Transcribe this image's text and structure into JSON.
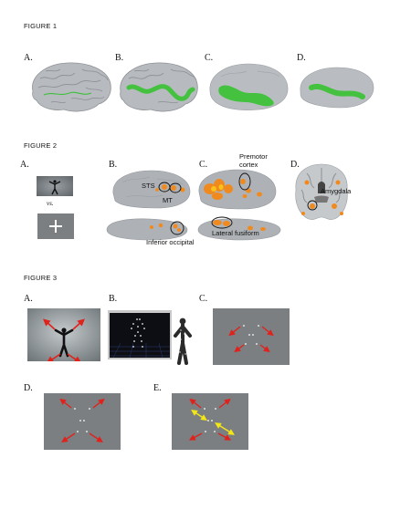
{
  "figure1": {
    "title": "FIGURE 1",
    "panels": [
      "A.",
      "B.",
      "C.",
      "D."
    ]
  },
  "figure2": {
    "title": "FIGURE 2",
    "panels": [
      "A.",
      "B.",
      "C.",
      "D."
    ],
    "vs_label": "vs.",
    "labels": {
      "sts": "STS",
      "mt": "MT",
      "premotor": "Premotor cortex",
      "amygdala": "Amygdala",
      "inferior_occipital": "Inferior occipital",
      "lateral_fusiform": "Lateral fusiform"
    }
  },
  "figure3": {
    "title": "FIGURE 3",
    "panels": [
      "A.",
      "B.",
      "C.",
      "D.",
      "E."
    ]
  },
  "colors": {
    "cortex_gray": "#b4b8bc",
    "activation_green": "#44c23f",
    "activation_orange": "#f08a1e",
    "stimulus_gray": "#7b7f82",
    "arrow_red": "#e0221c",
    "arrow_yellow": "#f5e616"
  }
}
